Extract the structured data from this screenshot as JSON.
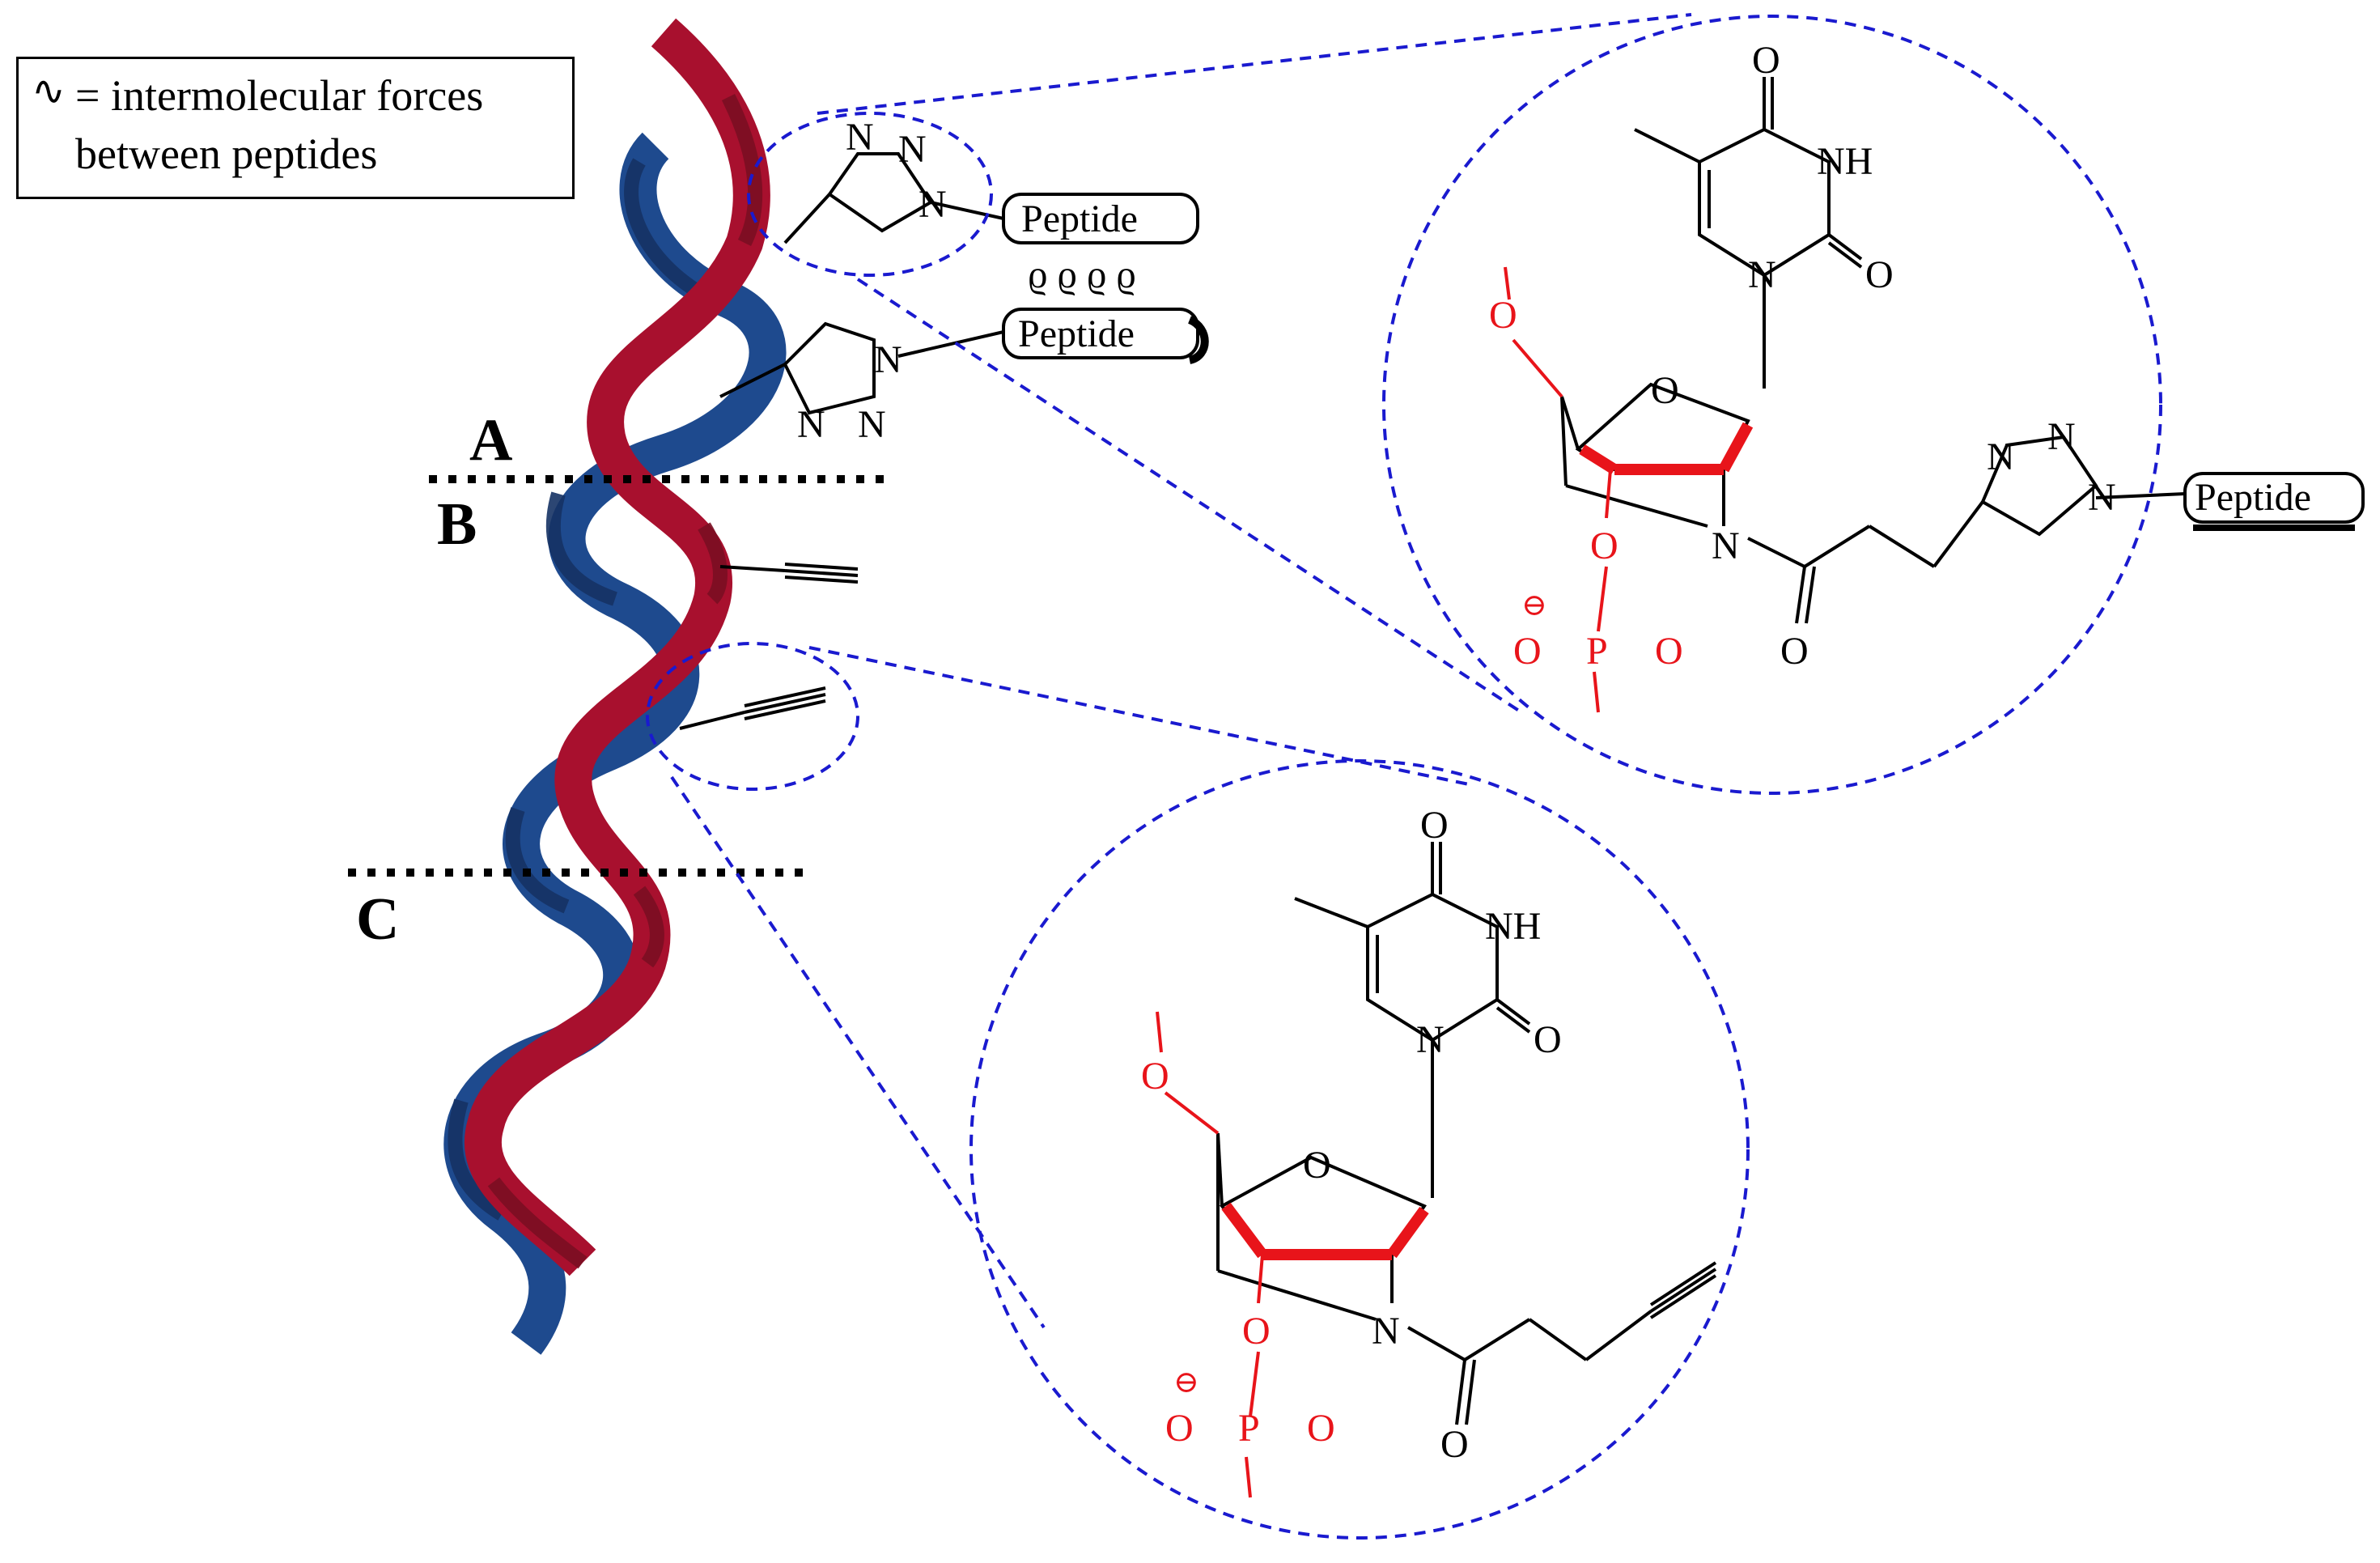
{
  "legend": {
    "symbol": "∿",
    "line1": "= intermolecular forces",
    "line2": "between peptides"
  },
  "regions": {
    "a": "A",
    "b": "B",
    "c": "C"
  },
  "labels": {
    "peptide": "Peptide",
    "n": "N",
    "o": "O",
    "nh": "NH",
    "p": "P",
    "o_minus": "O",
    "minus": "⊖",
    "wavy": "ϱ ϱ ϱ ϱ"
  },
  "colors": {
    "strand_red": "#A8102E",
    "strand_red_dark": "#7A0E22",
    "strand_blue": "#1E4A8E",
    "strand_blue_dark": "#153264",
    "callout": "#1A1ACF",
    "backbone": "#E8141A",
    "ink": "#000000"
  }
}
